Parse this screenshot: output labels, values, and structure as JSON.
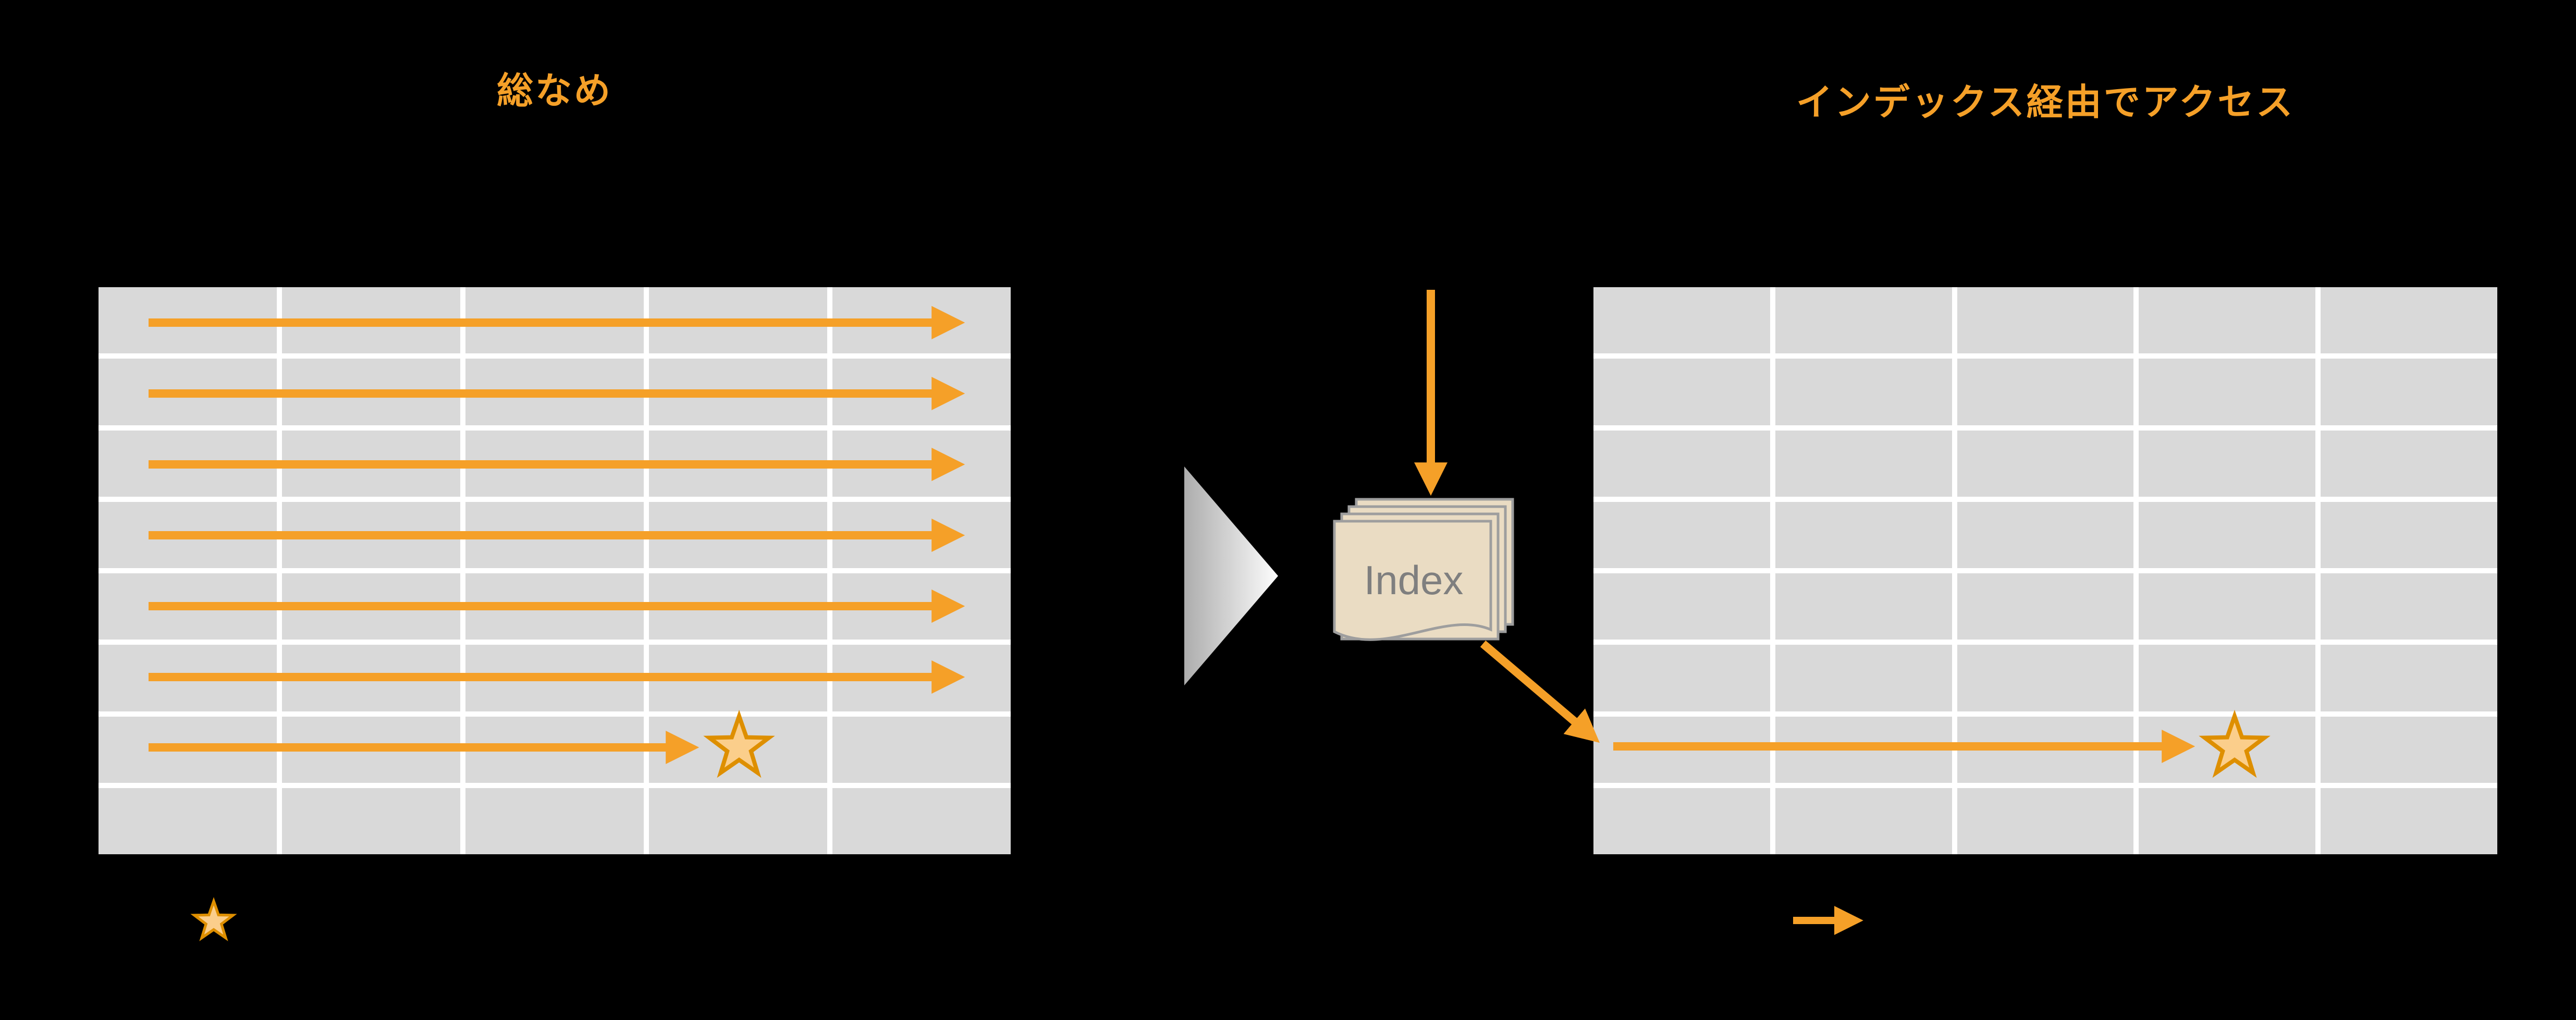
{
  "titles": {
    "left": "総なめ",
    "right": "インデックス経由でアクセス"
  },
  "index_label": "Index",
  "left_grid": {
    "rows": 8,
    "cols": 5
  },
  "right_grid": {
    "rows": 8,
    "cols": 5
  },
  "colors": {
    "background": "#000000",
    "accent": "#F5A028",
    "grid_cell": "#D9D9D9",
    "grid_line": "#FFFFFF",
    "star_fill": "#FBCE8B",
    "star_stroke": "#DE8F00",
    "legend_star_fill": "#F5A028",
    "legend_star_stroke": "#B97400",
    "index_fill": "#EADCC3",
    "index_stroke": "#9E9E9E",
    "index_text": "#7F7F7F",
    "triangle_start": "#ADADAD",
    "triangle_end": "#FDFDFD"
  }
}
